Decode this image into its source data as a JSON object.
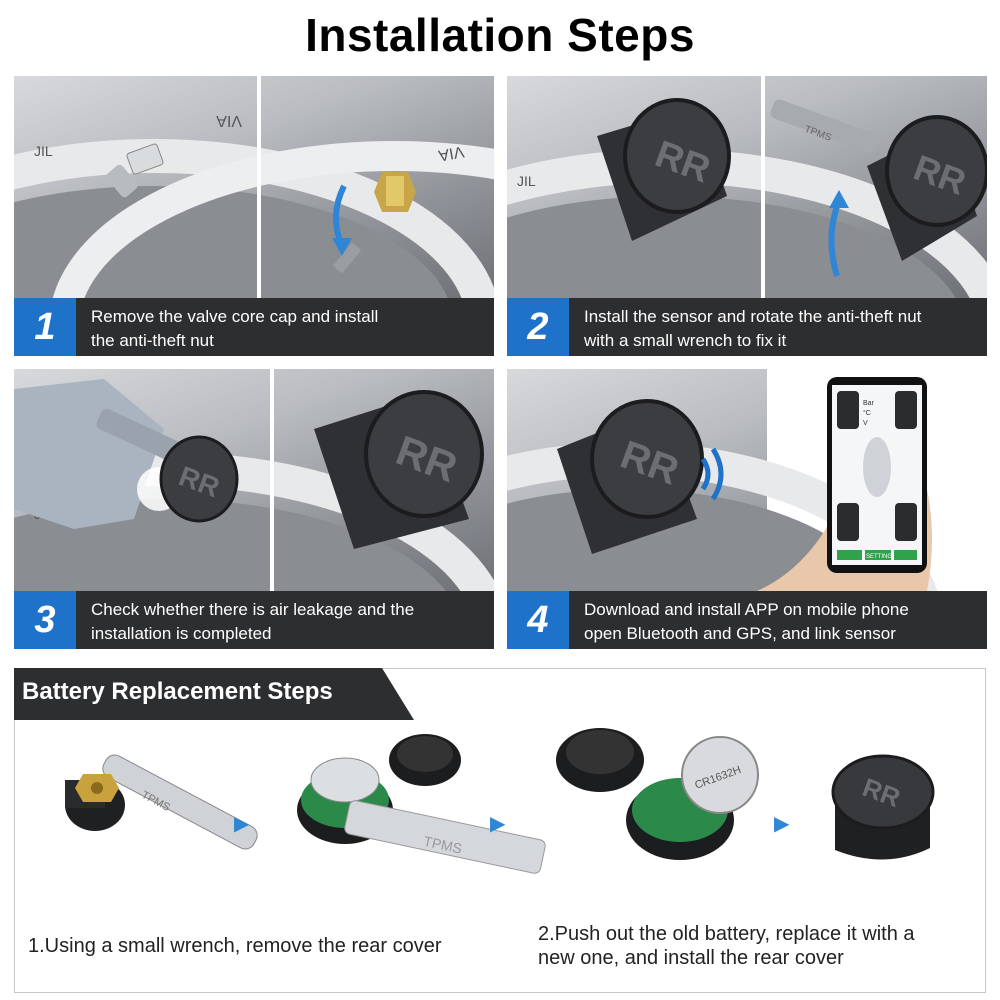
{
  "title": "Installation Steps",
  "steps": [
    {
      "number": "1",
      "line1": "Remove the valve core cap and install",
      "line2": "the anti-theft nut"
    },
    {
      "number": "2",
      "line1": "Install the sensor and rotate the anti-theft nut",
      "line2": "with a small wrench to fix it"
    },
    {
      "number": "3",
      "line1": "Check whether there is air leakage and the",
      "line2": "installation is completed"
    },
    {
      "number": "4",
      "line1": "Download and install APP on mobile phone",
      "line2": "open Bluetooth and GPS, and link sensor"
    }
  ],
  "photo_text": {
    "rim_mark": "JIL",
    "rim_mark_2": "VIA",
    "sensor_label": "RR",
    "wrench_label": "TPMS",
    "battery_label": "CR1632H",
    "phone_unit_bar": "Bar",
    "phone_unit_temp": "°C",
    "phone_unit_volt": "V",
    "phone_button": "SETTING"
  },
  "battery": {
    "title": "Battery Replacement Steps",
    "step1": "1.Using a small wrench, remove the rear cover",
    "step2_line1": "2.Push out the old battery, replace it with a",
    "step2_line2": "new one, and install the rear cover"
  },
  "colors": {
    "accent_blue": "#1f72c9",
    "caption_dark": "#2d2e30",
    "arrow_blue": "#2f86d6"
  },
  "icons": [
    "rotate-arrow-icon",
    "bluetooth-waves-icon",
    "next-arrow-icon"
  ]
}
